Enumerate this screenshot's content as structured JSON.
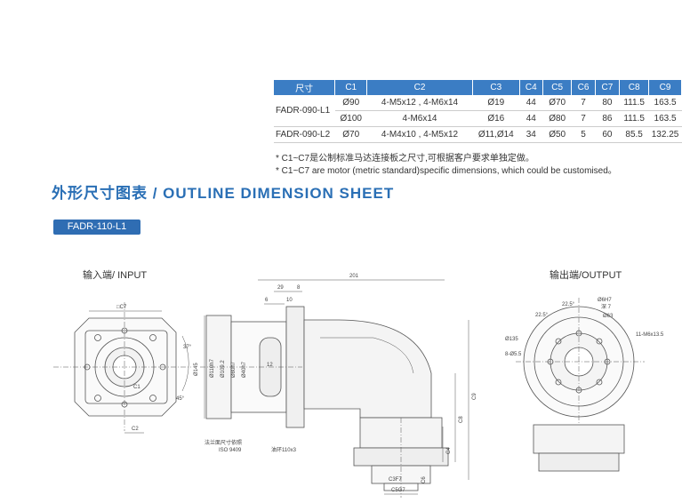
{
  "table": {
    "headers": [
      "尺寸",
      "C1",
      "C2",
      "C3",
      "C4",
      "C5",
      "C6",
      "C7",
      "C8",
      "C9"
    ],
    "rows": [
      {
        "model": "FADR-090-L1",
        "cells": [
          "Ø90",
          "4-M5x12 , 4-M6x14",
          "Ø19",
          "44",
          "Ø70",
          "7",
          "80",
          "111.5",
          "163.5"
        ]
      },
      {
        "model": "",
        "cells": [
          "Ø100",
          "4-M6x14",
          "Ø16",
          "44",
          "Ø80",
          "7",
          "86",
          "111.5",
          "163.5"
        ]
      },
      {
        "model": "FADR-090-L2",
        "cells": [
          "Ø70",
          "4-M4x10 , 4-M5x12",
          "Ø11,Ø14",
          "34",
          "Ø50",
          "5",
          "60",
          "85.5",
          "132.25"
        ]
      }
    ]
  },
  "notes": [
    "* C1~C7是公制标准马达连接板之尺寸,可根据客户要求单独定做。",
    "* C1~C7 are motor (metric standard)specific dimensions, which could be customised。"
  ],
  "heading": "外形尺寸图表 / OUTLINE DIMENSION SHEET",
  "model_badge": "FADR-110-L1",
  "labels": {
    "input": "输入端/ INPUT",
    "output": "输出端/OUTPUT"
  },
  "drawing_text": {
    "c7": "□C7",
    "c1": "C1",
    "c2": "C2",
    "deg45": "45°",
    "deg37": "37°",
    "d201": "201",
    "d29": "29",
    "d8": "8",
    "d6": "6",
    "d10": "10",
    "d12": "12",
    "d145": "Ø145",
    "d110": "Ø110h7",
    "d109": "Ø109.2",
    "d80": "Ø80h7",
    "d40": "Ø40h7",
    "c9": "C9",
    "c8": "C8",
    "c4": "C4",
    "c3": "C3F7",
    "c5": "C5G7",
    "c6": "C6",
    "flange_note1": "法兰面尺寸依照",
    "flange_note2": "ISO 9409",
    "oring": "油环110x3",
    "out_225a": "22.5°",
    "out_225b": "22.5°",
    "out_d6": "Ø6H7",
    "out_depth": "深 7",
    "out_d63": "Ø63",
    "out_d135": "Ø135",
    "out_8hole": "8-Ø5.5",
    "out_11m6": "11-M6x13.5"
  }
}
